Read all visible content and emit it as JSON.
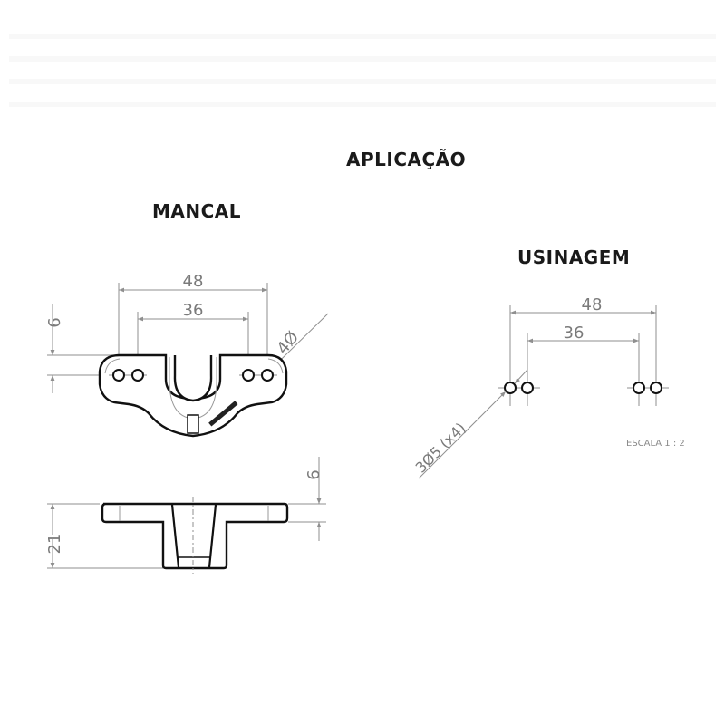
{
  "title": "APLICAÇÃO",
  "sections": {
    "mancal": {
      "label": "MANCAL",
      "top_view": {
        "dim_outer": "48",
        "dim_inner": "36",
        "dim_height": "6",
        "dim_diameter": "4Ø"
      },
      "side_view": {
        "dim_flange": "6",
        "dim_total_height": "21"
      }
    },
    "usinagem": {
      "label": "USINAGEM",
      "dim_outer": "48",
      "dim_inner": "36",
      "hole_callout": "3Ø5 (x4)",
      "scale": "ESCALA 1 : 2"
    }
  },
  "colors": {
    "heading": "#1a1a1a",
    "outline": "#111111",
    "dimension": "#8f8f8f",
    "scale_text": "#8a8a8a",
    "background": "#ffffff"
  }
}
